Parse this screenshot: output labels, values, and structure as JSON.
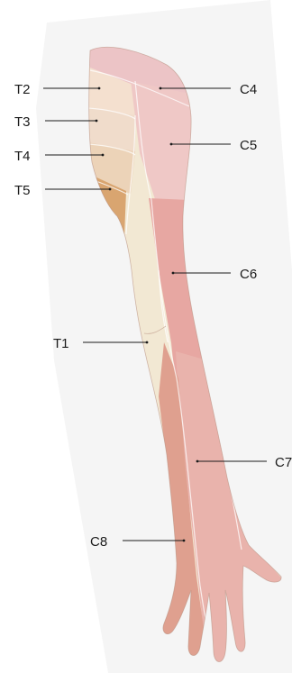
{
  "labels": {
    "t2": "T2",
    "t3": "T3",
    "t4": "T4",
    "t5": "T5",
    "t1": "T1",
    "c4": "C4",
    "c5": "C5",
    "c6": "C6",
    "c7": "C7",
    "c8": "C8"
  },
  "colors": {
    "c4": "#ecc4c6",
    "c5": "#efc8c6",
    "c6": "#e7a7a2",
    "c7": "#e9b3ac",
    "c8": "#dfa08f",
    "t1": "#f2e8d3",
    "t2": "#f4e0cf",
    "t3": "#f0dccb",
    "t4": "#ecd3b8",
    "t5": "#d9a570",
    "backdrop": "#ececec"
  }
}
